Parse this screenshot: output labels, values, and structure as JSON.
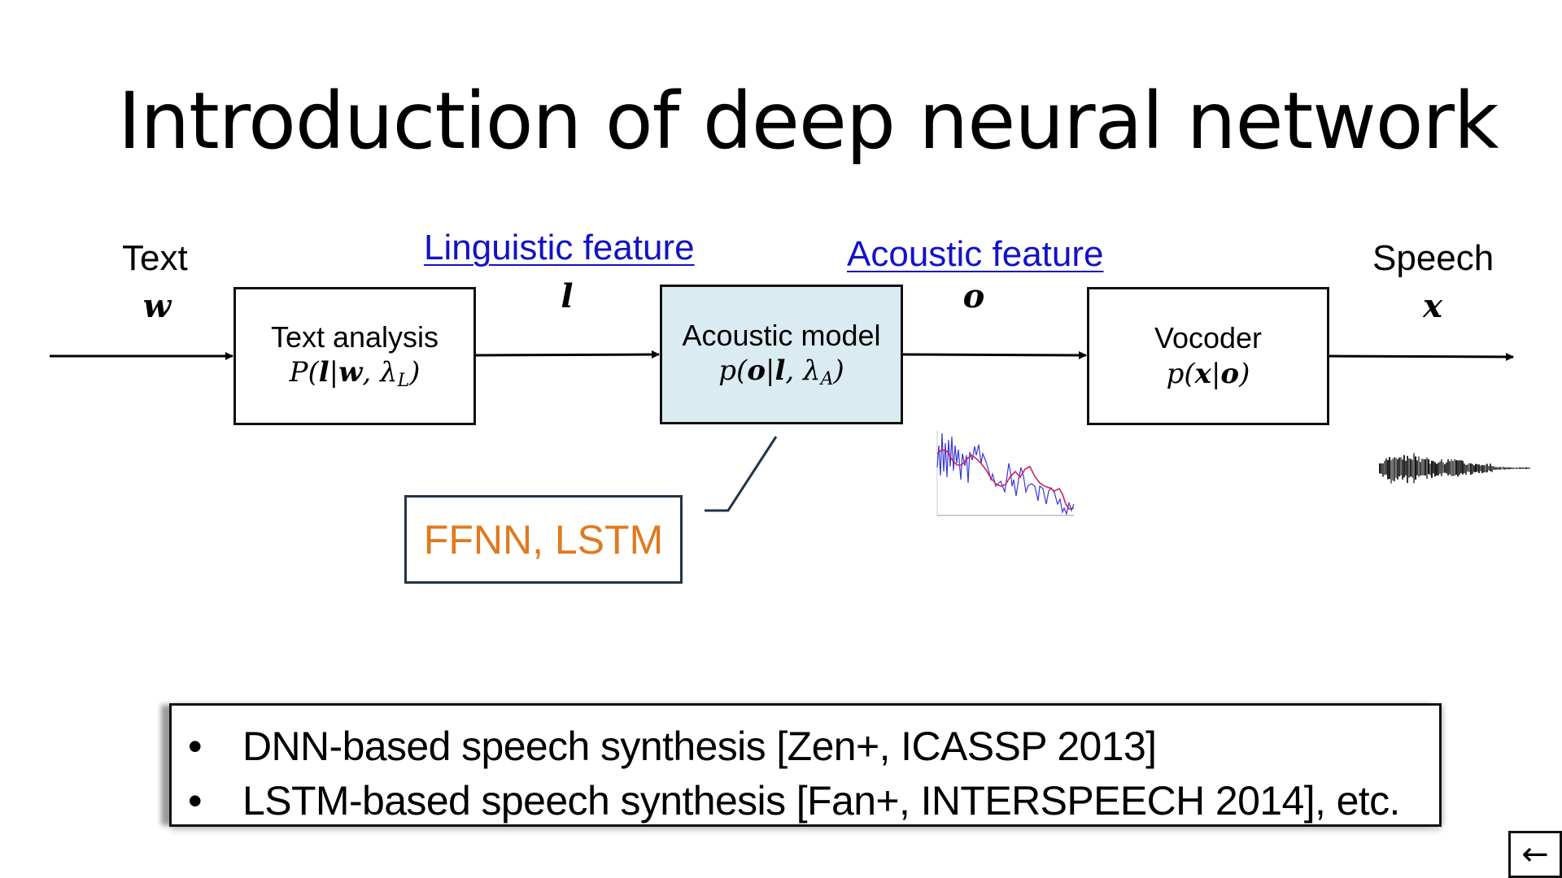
{
  "slide": {
    "title": "Introduction of deep neural network"
  },
  "diagram": {
    "input": {
      "label": "Text",
      "variable": "w"
    },
    "output": {
      "label": "Speech",
      "variable": "x"
    },
    "features": [
      {
        "label": "Linguistic feature",
        "variable": "l",
        "color": "#1212c8"
      },
      {
        "label": "Acoustic feature",
        "variable": "o",
        "color": "#1212c8"
      }
    ],
    "blocks": [
      {
        "name": "Text analysis",
        "formula_prefix": "P(",
        "formula_bold1": "l",
        "formula_mid": "|",
        "formula_bold2": "w",
        "formula_sep": ", λ",
        "formula_sub": "L",
        "formula_suffix": ")",
        "fill": "#ffffff"
      },
      {
        "name": "Acoustic model",
        "formula_prefix": "p(",
        "formula_bold1": "o",
        "formula_mid": "|",
        "formula_bold2": "l",
        "formula_sep": ", λ",
        "formula_sub": "A",
        "formula_suffix": ")",
        "fill": "#daecf2"
      },
      {
        "name": "Vocoder",
        "formula_prefix": "p(",
        "formula_bold1": "x",
        "formula_mid": "|",
        "formula_bold2": "o",
        "formula_sep": "",
        "formula_sub": "",
        "formula_suffix": ")",
        "fill": "#ffffff"
      }
    ],
    "callout": {
      "text": "FFNN, LSTM",
      "color": "#e07a1f",
      "points_to": "Acoustic model"
    },
    "thumbnails": [
      {
        "name": "acoustic-feature-spectrum",
        "description": "spectral envelope plot"
      },
      {
        "name": "speech-waveform",
        "description": "speech waveform"
      }
    ]
  },
  "references": [
    {
      "bullet": "•",
      "text": "DNN-based speech synthesis [Zen+, ICASSP 2013]"
    },
    {
      "bullet": "•",
      "text": "LSTM-based speech synthesis [Fan+, INTERSPEECH 2014], etc."
    }
  ],
  "navigation": {
    "back_icon": "←",
    "back_icon_name": "left-arrow-icon"
  }
}
